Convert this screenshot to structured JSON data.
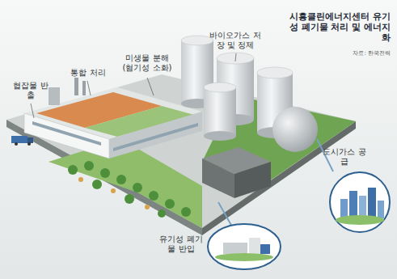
{
  "diagram": {
    "title": "시흥클린에너지센터 유기성 폐기물 처리 및 에너지화",
    "nodes": [
      {
        "text": [
          "도시가스 공급"
        ]
      },
      {
        "text": [
          "유기성 폐기물 반입"
        ]
      }
    ],
    "labels": [
      "자료: 한국전력",
      "협잡물 반출",
      "통합 처리",
      "미생물 분해 (혐기성 소화)",
      "바이오가스 저장 및 정제"
    ]
  }
}
